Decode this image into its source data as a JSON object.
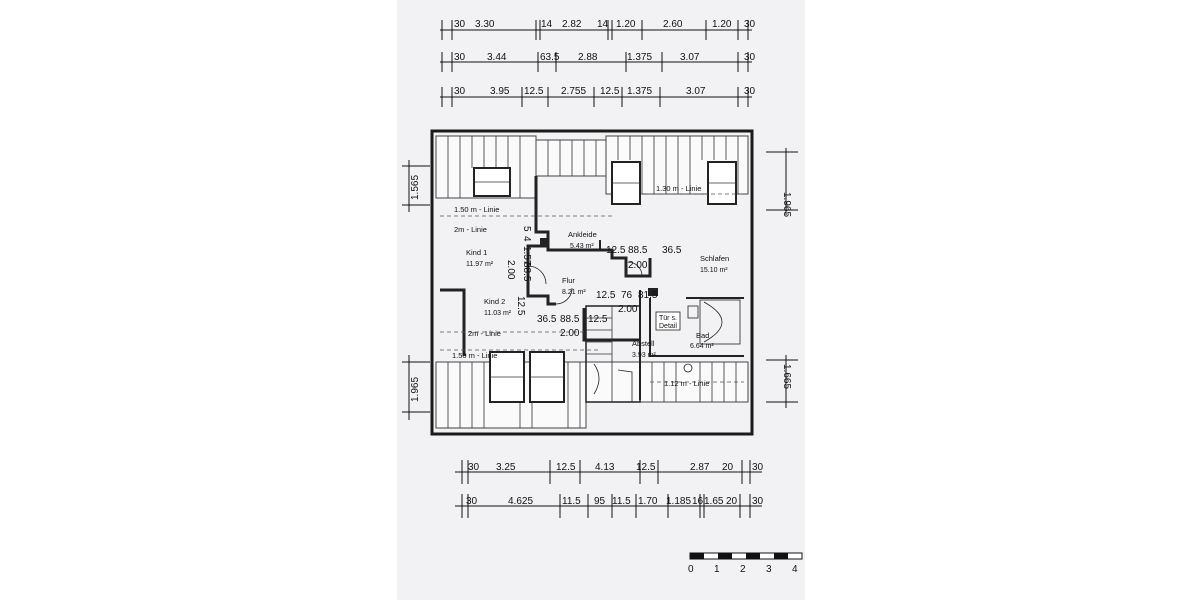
{
  "dimensions": {
    "top_row1": [
      "30",
      "3.30",
      "14",
      "2.82",
      "14",
      "1.20",
      "2.60",
      "1.20",
      "30"
    ],
    "top_row2": [
      "30",
      "3.44",
      "63.5",
      "2.88",
      "1.375",
      "3.07",
      "30"
    ],
    "top_row3": [
      "30",
      "3.95",
      "12.5",
      "2.755",
      "12.5",
      "1.375",
      "3.07",
      "30"
    ],
    "bottom_row1": [
      "30",
      "3.25",
      "12.5",
      "4.13",
      "12.5",
      "2.87",
      "20",
      "30"
    ],
    "bottom_row2": [
      "30",
      "4.625",
      "11.5",
      "95",
      "11.5",
      "1.70",
      "1.185",
      "16",
      "1.65",
      "20",
      "30"
    ],
    "left_top": "1.565",
    "left_bottom": "1.965",
    "right_top": "1.965",
    "right_bottom": "1.665",
    "interior": {
      "d1": "12.5",
      "d2": "88.5",
      "d3": "36.5",
      "d4": "2.00",
      "d5": "12.5",
      "d6": "76",
      "d7": "81.5",
      "d8": "2.00",
      "d9": "36.5",
      "d10": "88.5",
      "d11": "12.5",
      "d12": "2.00",
      "v1": "1.57",
      "v2": "5",
      "v3": "4",
      "v4": "88.5",
      "v5": "2.00",
      "v6": "12.5"
    }
  },
  "rooms": {
    "ankleide": {
      "name": "Ankleide",
      "area": "5.43 m²"
    },
    "kind1": {
      "name": "Kind 1",
      "area": "11.97 m²"
    },
    "kind2": {
      "name": "Kind 2",
      "area": "11.03 m²"
    },
    "flur": {
      "name": "Flur",
      "area": "8.21 m²"
    },
    "schlafen": {
      "name": "Schlafen",
      "area": "15.10 m²"
    },
    "abstell": {
      "name": "Abstell",
      "area": "3.93 m²"
    },
    "bad": {
      "name": "Bad",
      "area": "6.64 m²"
    }
  },
  "height_lines": {
    "l150_top": "1.50 m - Linie",
    "l2m_top": "2m - Linie",
    "l130": "1.30 m - Linie",
    "l2m_bottom": "2m - Linie",
    "l150_bottom": "1.50 m - Linie",
    "l112": "1.12 m - Linie"
  },
  "detail_note": {
    "line1": "Tür s.",
    "line2": "Detail"
  },
  "scale_bar": {
    "labels": [
      "0",
      "1",
      "2",
      "3",
      "4"
    ]
  }
}
